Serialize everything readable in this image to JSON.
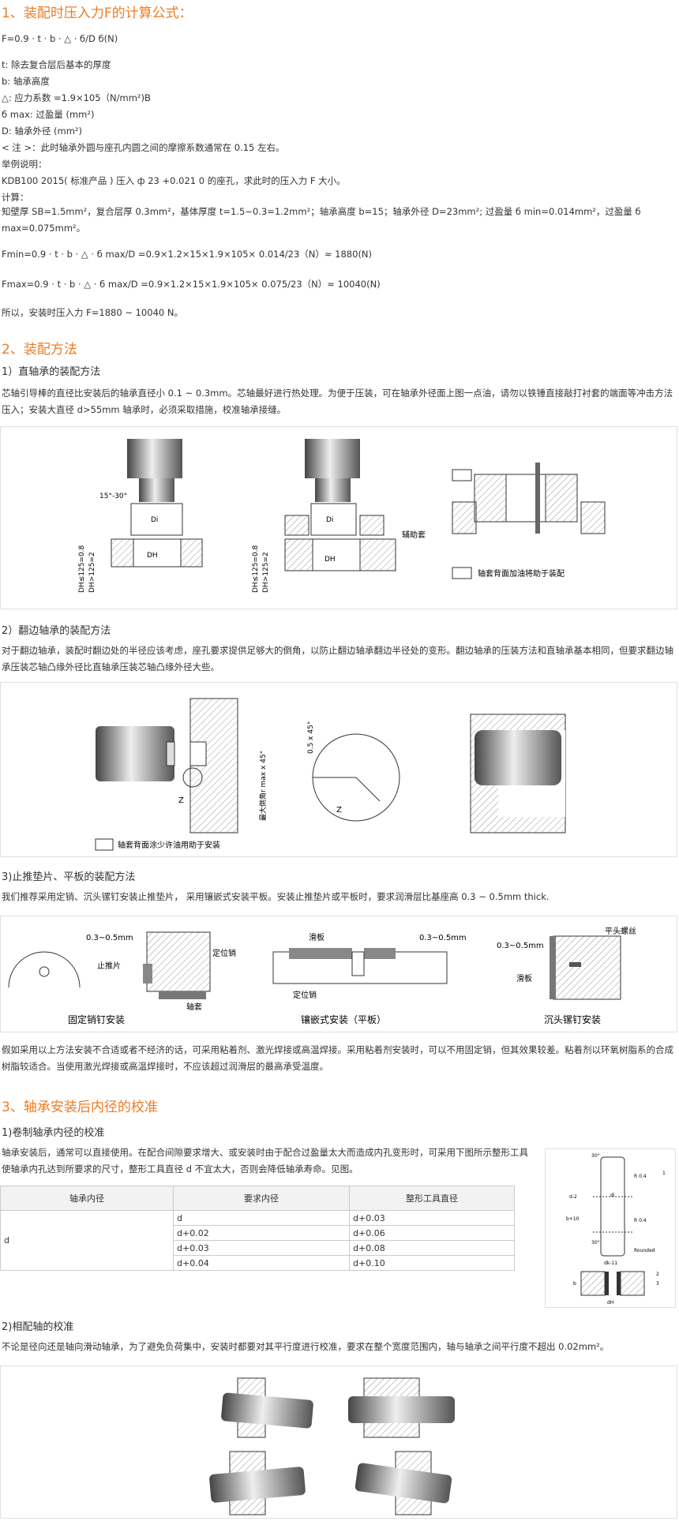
{
  "sec1": {
    "title": "1、装配时压入力F的计算公式：",
    "formula": "F=0.9 · t · b · △ · б/D б(N)",
    "defs": [
      "t: 除去复合层后基本的厚度",
      "b: 轴承高度",
      "△: 应力系数 =1.9×105（N/mm²)B",
      "б max: 过盈量 (mm²)",
      "D: 轴承外径 (mm²)",
      "< 注 >：此时轴承外圆与座孔内圆之间的摩擦系数通常在 0.15 左右。",
      "举例说明：",
      "KDB100 2015( 标准产品 ) 压入 ф 23 +0.021 0 的座孔，求此时的压入力 F 大小。",
      "计算："
    ],
    "calc": "知壁厚 SB=1.5mm²，复合层厚 0.3mm²，基体厚度 t=1.5−0.3=1.2mm²；轴承高度 b=15；轴承外径 D=23mm²; 过盈量 б min=0.014mm²，过盈量 б max=0.075mm²。",
    "fmin": "Fmin=0.9 · t · b · △ · б max/D =0.9×1.2×15×1.9×105× 0.014/23（N）≈ 1880(N)",
    "fmax": "Fmax=0.9 · t · b · △ · б max/D =0.9×1.2×15×1.9×105× 0.075/23（N）≈ 10040(N)",
    "result": "所以，安装时压入力 F=1880 ~ 10040 N。"
  },
  "sec2": {
    "title": "2、装配方法",
    "s1_title": "1）直轴承的装配方法",
    "s1_text": "芯轴引导棒的直径比安装后的轴承直径小 0.1 ~ 0.3mm。芯轴最好进行热处理。为便于压装，可在轴承外径面上图一点油，请勿以铁锤直接敲打衬套的端面等冲击方法压入；安装大直径 d>55mm 轴承时，必须采取措施，校准轴承接缝。",
    "fig1": {
      "angle": "15°-30°",
      "di": "Di",
      "dh": "DH",
      "dim_a": "DH≤125=0.8",
      "dim_b": "DH>125=2",
      "aux": "辅助套",
      "legend": "轴套背面加油将助于装配"
    },
    "s2_title": "2）翻边轴承的装配方法",
    "s2_text": "对于翻边轴承，装配时翻边处的半径应该考虑，座孔要求提供足够大的倒角，以防止翻边轴承翻边半径处的变形。翻边轴承的压装方法和直轴承基本相同，但要求翻边轴承压装芯轴凸缘外径比直轴承压装芯轴凸缘外径大些。",
    "fig2": {
      "z": "Z",
      "chamfer": "最大倒角r max x 45°",
      "small": "0.5 x 45°",
      "legend": "轴套背面涂少许油用助于安装"
    },
    "s3_title": "3)止推垫片、平板的装配方法",
    "s3_text": "我们推荐采用定销、沉头镙钉安装止推垫片， 采用镶嵌式安装平板。安装止推垫片或平板时，要求润滑层比基座高 0.3 ~ 0.5mm thick.",
    "fig3": {
      "gap": "0.3~0.5mm",
      "pin": "定位销",
      "washer": "止推片",
      "sleeve": "轴套",
      "cap1": "固定销钉安装",
      "plate": "滑板",
      "cap2": "镶嵌式安装（平板）",
      "screw": "平头螺丝",
      "cap3": "沉头镙钉安装"
    },
    "after": "假如采用以上方法安装不合适或者不经济的话，可采用粘着剂、激光焊接或高温焊接。采用粘着剂安装时，可以不用固定销，但其效果较差。粘着剂以环氧树脂系的合成树脂较适合。当使用激光焊接或高温焊接时，不应该超过润滑层的最高承受温度。"
  },
  "sec3": {
    "title": "3、轴承安装后内径的校准",
    "s1_title": "1)卷制轴承内径的校准",
    "s1_text": "轴承安装后，通常可以直接使用。在配合间隙要求增大、或安装时由于配合过盈量太大而造成内孔变形时，可采用下图所示整形工具使轴承内孔达到所要求的尺寸，整形工具直径 d 不宜太大，否则会降低轴承寿命。见图。",
    "table": {
      "headers": [
        "轴承内径",
        "要求内径",
        "整形工具直径"
      ],
      "first": "d",
      "rows": [
        [
          "d",
          "d+0.03"
        ],
        [
          "d+0.02",
          "d+0.06"
        ],
        [
          "d+0.03",
          "d+0.08"
        ],
        [
          "d+0.04",
          "d+0.10"
        ]
      ]
    },
    "tool": {
      "t30a": "30°",
      "t30b": "30°",
      "r1": "R 0.4",
      "r2": "R 0.4",
      "d2": "d-2",
      "b10": "b+10",
      "di": "di",
      "dk": "dk-11",
      "rounded": "Rounded",
      "n1": "1",
      "n2": "2",
      "n3": "3",
      "b": "b",
      "dh": "dH"
    },
    "s2_title": "2)相配轴的校准",
    "s2_text": "不论是径向还是轴向滑动轴承，为了避免负荷集中，安装时都要对其平行度进行校准，要求在整个宽度范围内，轴与轴承之间平行度不超出 0.02mm²。"
  },
  "colors": {
    "accent": "#f07b22",
    "text": "#333333"
  }
}
